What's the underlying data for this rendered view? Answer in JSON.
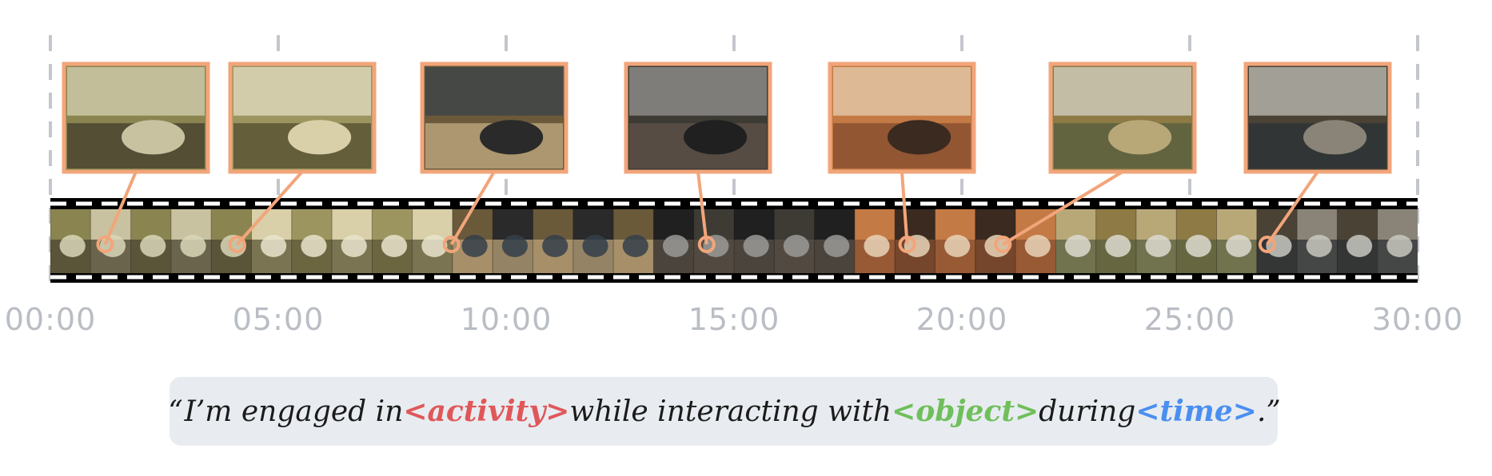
{
  "timeline": {
    "ticks": [
      "00:00",
      "05:00",
      "10:00",
      "15:00",
      "20:00",
      "25:00",
      "30:00"
    ],
    "tick_minutes": [
      0,
      5,
      10,
      15,
      20,
      25,
      30
    ],
    "range_minutes": [
      0,
      30
    ],
    "highlight_minutes": [
      1.2,
      4.1,
      8.8,
      14.4,
      18.8,
      20.9,
      26.7
    ]
  },
  "keyframes": [
    {
      "name": "keyframe-bathroom-mirror",
      "palette": [
        "#8a8550",
        "#d8d6b8",
        "#4a4430",
        "#c9c2a0"
      ]
    },
    {
      "name": "keyframe-bathroom-sink",
      "palette": [
        "#9c9560",
        "#e9e4cc",
        "#5b5535",
        "#d9cfa8"
      ]
    },
    {
      "name": "keyframe-cooking-pot",
      "palette": [
        "#6b5a3a",
        "#34404a",
        "#b9a27a",
        "#2a2a2a"
      ]
    },
    {
      "name": "keyframe-desk-computer",
      "palette": [
        "#3d3b34",
        "#9a9a98",
        "#5a5046",
        "#202020"
      ]
    },
    {
      "name": "keyframe-kitchen-shelf",
      "palette": [
        "#c47a45",
        "#e8d4b8",
        "#8a5030",
        "#3a2a20"
      ]
    },
    {
      "name": "keyframe-reading-paper",
      "palette": [
        "#8d7a45",
        "#dcdad0",
        "#5a6040",
        "#b8a878"
      ]
    },
    {
      "name": "keyframe-washing-dishes",
      "palette": [
        "#4a4235",
        "#c8c8c0",
        "#2e3236",
        "#8a8478"
      ]
    }
  ],
  "colors": {
    "frame_border": "#f2a57a",
    "connector": "#f2a57a",
    "grid": "#c3c6cc",
    "filmstrip": "#000000",
    "perforation": "#ffffff"
  },
  "caption": {
    "open_quote": "“",
    "part1": "I’m engaged  in ",
    "activity": "<activity>",
    "part2": " while interacting with ",
    "object": "<object>",
    "part3": " during  ",
    "time": "<time>",
    "close": ".”"
  }
}
